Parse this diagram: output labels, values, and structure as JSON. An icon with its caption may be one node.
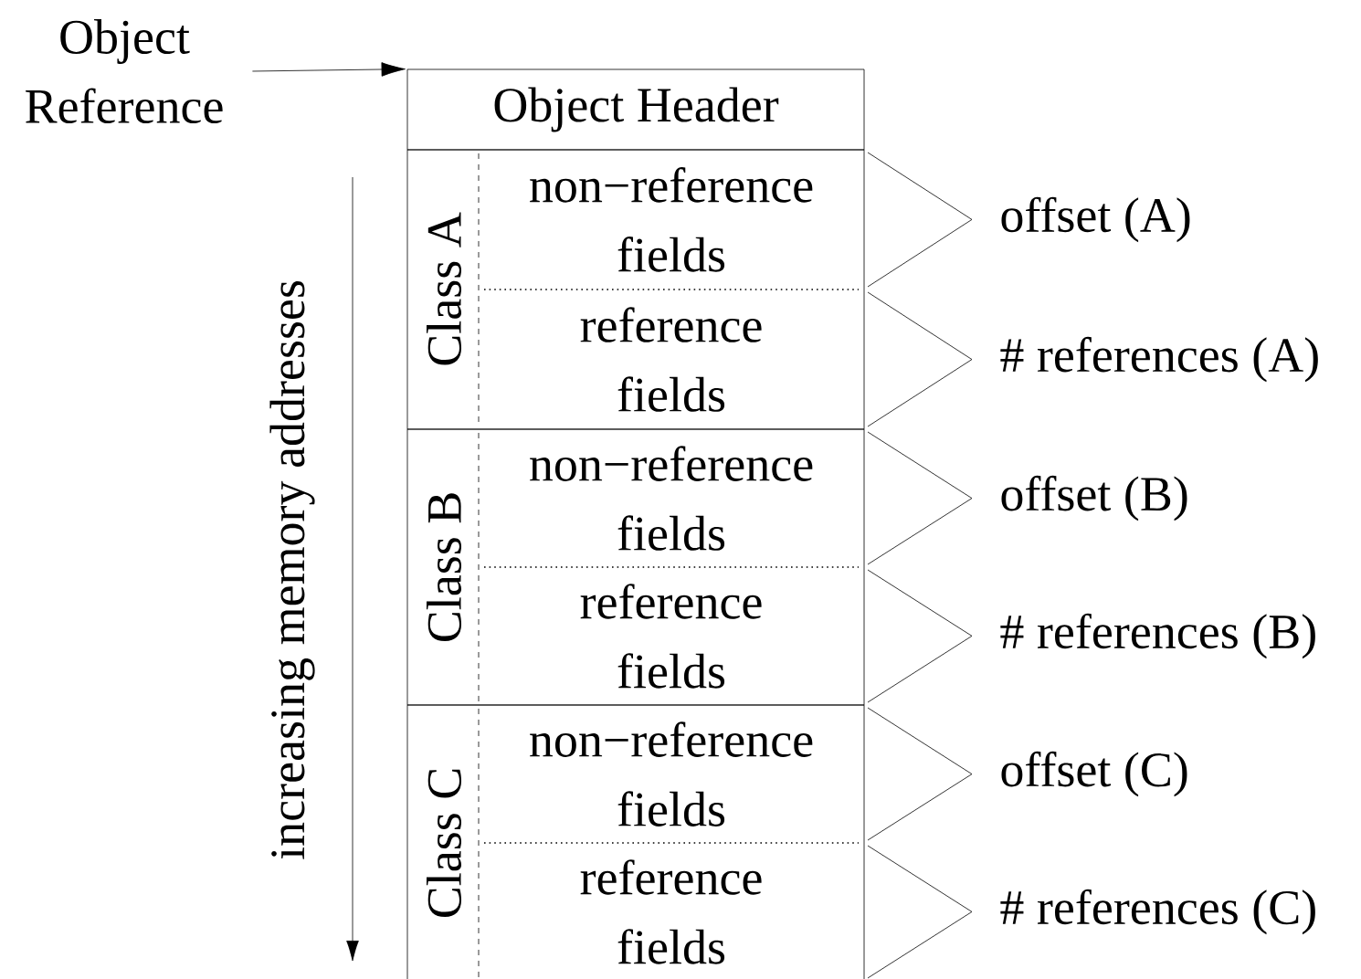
{
  "diagram": {
    "nodes": [
      {
        "text": [
          "Object Reference"
        ]
      },
      {
        "text": [
          "Object Header"
        ]
      },
      {
        "text": [
          "Class A"
        ]
      },
      {
        "text": [
          "non−reference fields"
        ],
        "in": 2
      },
      {
        "text": [
          "reference fields"
        ],
        "in": 2
      },
      {
        "text": [
          "Class B"
        ]
      },
      {
        "text": [
          "non−reference fields"
        ],
        "in": 5
      },
      {
        "text": [
          "reference fields"
        ],
        "in": 5
      },
      {
        "text": [
          "Class C"
        ]
      },
      {
        "text": [
          "non−reference fields"
        ],
        "in": 8
      },
      {
        "text": [
          "reference fields"
        ],
        "in": 8
      }
    ],
    "edges": [
      {
        "from": 0,
        "to": 1,
        "arrow": "to"
      }
    ],
    "labels": [
      "increasing memory addresses",
      "offset (A)",
      "# references (A)",
      "offset (B)",
      "# references (B)",
      "offset (C)",
      "# references (C)"
    ]
  }
}
